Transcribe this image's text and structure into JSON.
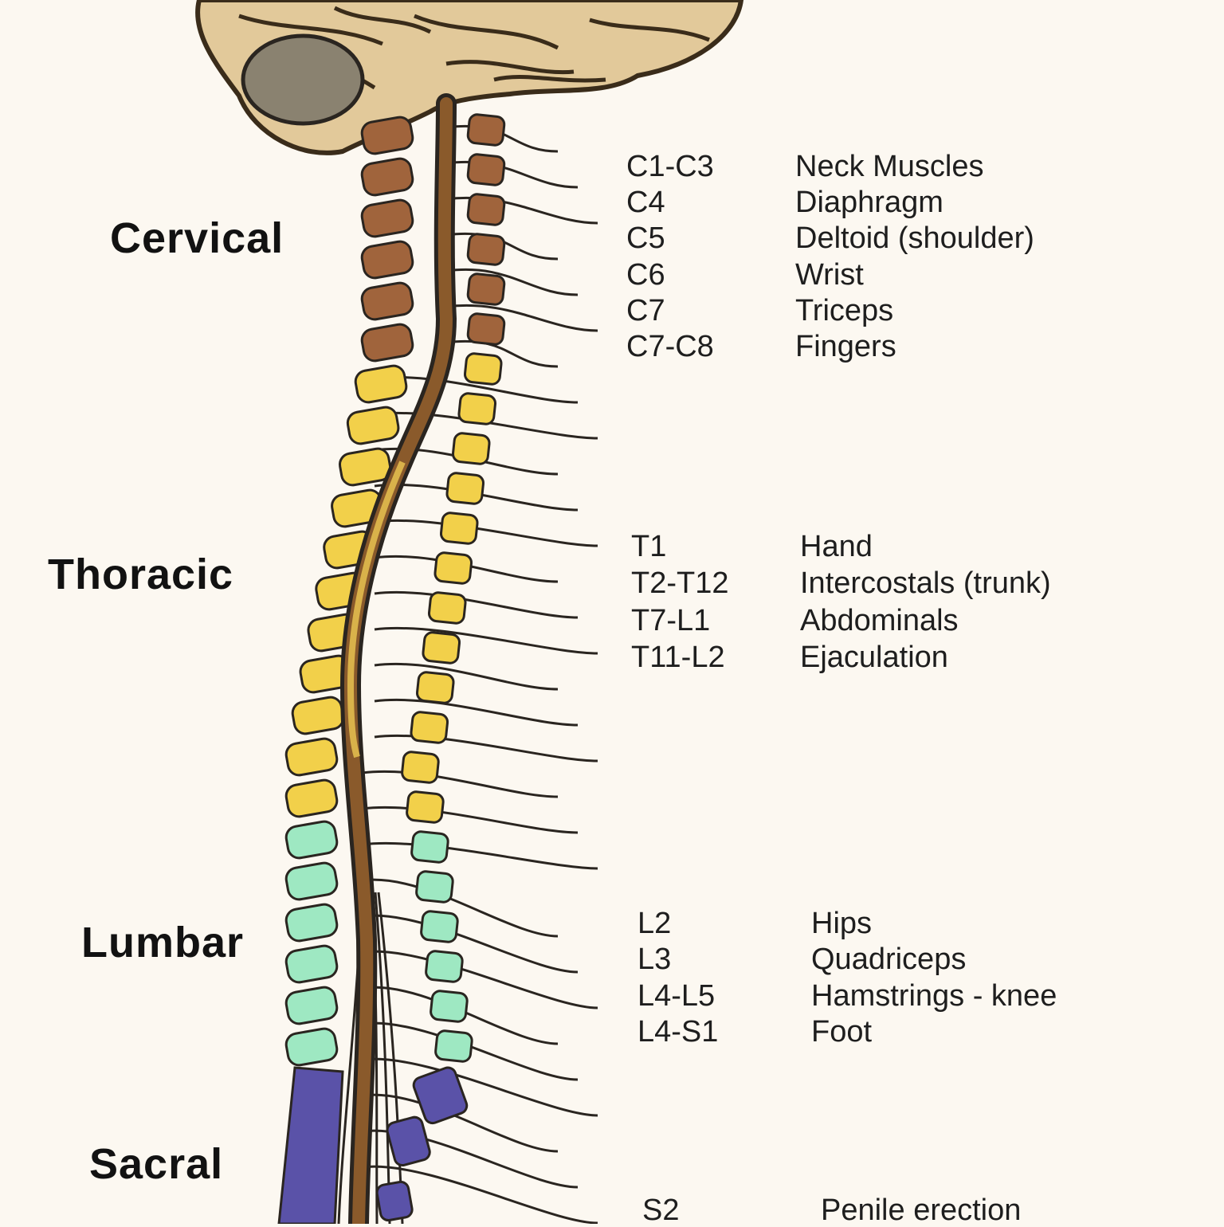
{
  "colors": {
    "background": "#fcf8f1",
    "cervical": "#a0643c",
    "thoracic": "#f2d04a",
    "lumbar": "#9ee8c2",
    "sacral": "#5a52a8",
    "cord": "#8a5a2b",
    "brain": "#e2c99a",
    "nerve": "#2a2520"
  },
  "regions": {
    "cervical": "Cervical",
    "thoracic": "Thoracic",
    "lumbar": "Lumbar",
    "sacral": "Sacral"
  },
  "levels": {
    "cervical": [
      {
        "segment": "C1-C3",
        "function": "Neck Muscles"
      },
      {
        "segment": "C4",
        "function": "Diaphragm"
      },
      {
        "segment": "C5",
        "function": "Deltoid (shoulder)"
      },
      {
        "segment": "C6",
        "function": "Wrist"
      },
      {
        "segment": "C7",
        "function": "Triceps"
      },
      {
        "segment": "C7-C8",
        "function": "Fingers"
      }
    ],
    "thoracic": [
      {
        "segment": "T1",
        "function": "Hand"
      },
      {
        "segment": "T2-T12",
        "function": "Intercostals (trunk)"
      },
      {
        "segment": "T7-L1",
        "function": "Abdominals"
      },
      {
        "segment": "T11-L2",
        "function": "Ejaculation"
      }
    ],
    "lumbar": [
      {
        "segment": "L2",
        "function": "Hips"
      },
      {
        "segment": "L3",
        "function": "Quadriceps"
      },
      {
        "segment": "L4-L5",
        "function": "Hamstrings - knee"
      },
      {
        "segment": "L4-S1",
        "function": "Foot"
      }
    ],
    "sacral": [
      {
        "segment": "S2",
        "function": "Penile erection"
      }
    ]
  }
}
